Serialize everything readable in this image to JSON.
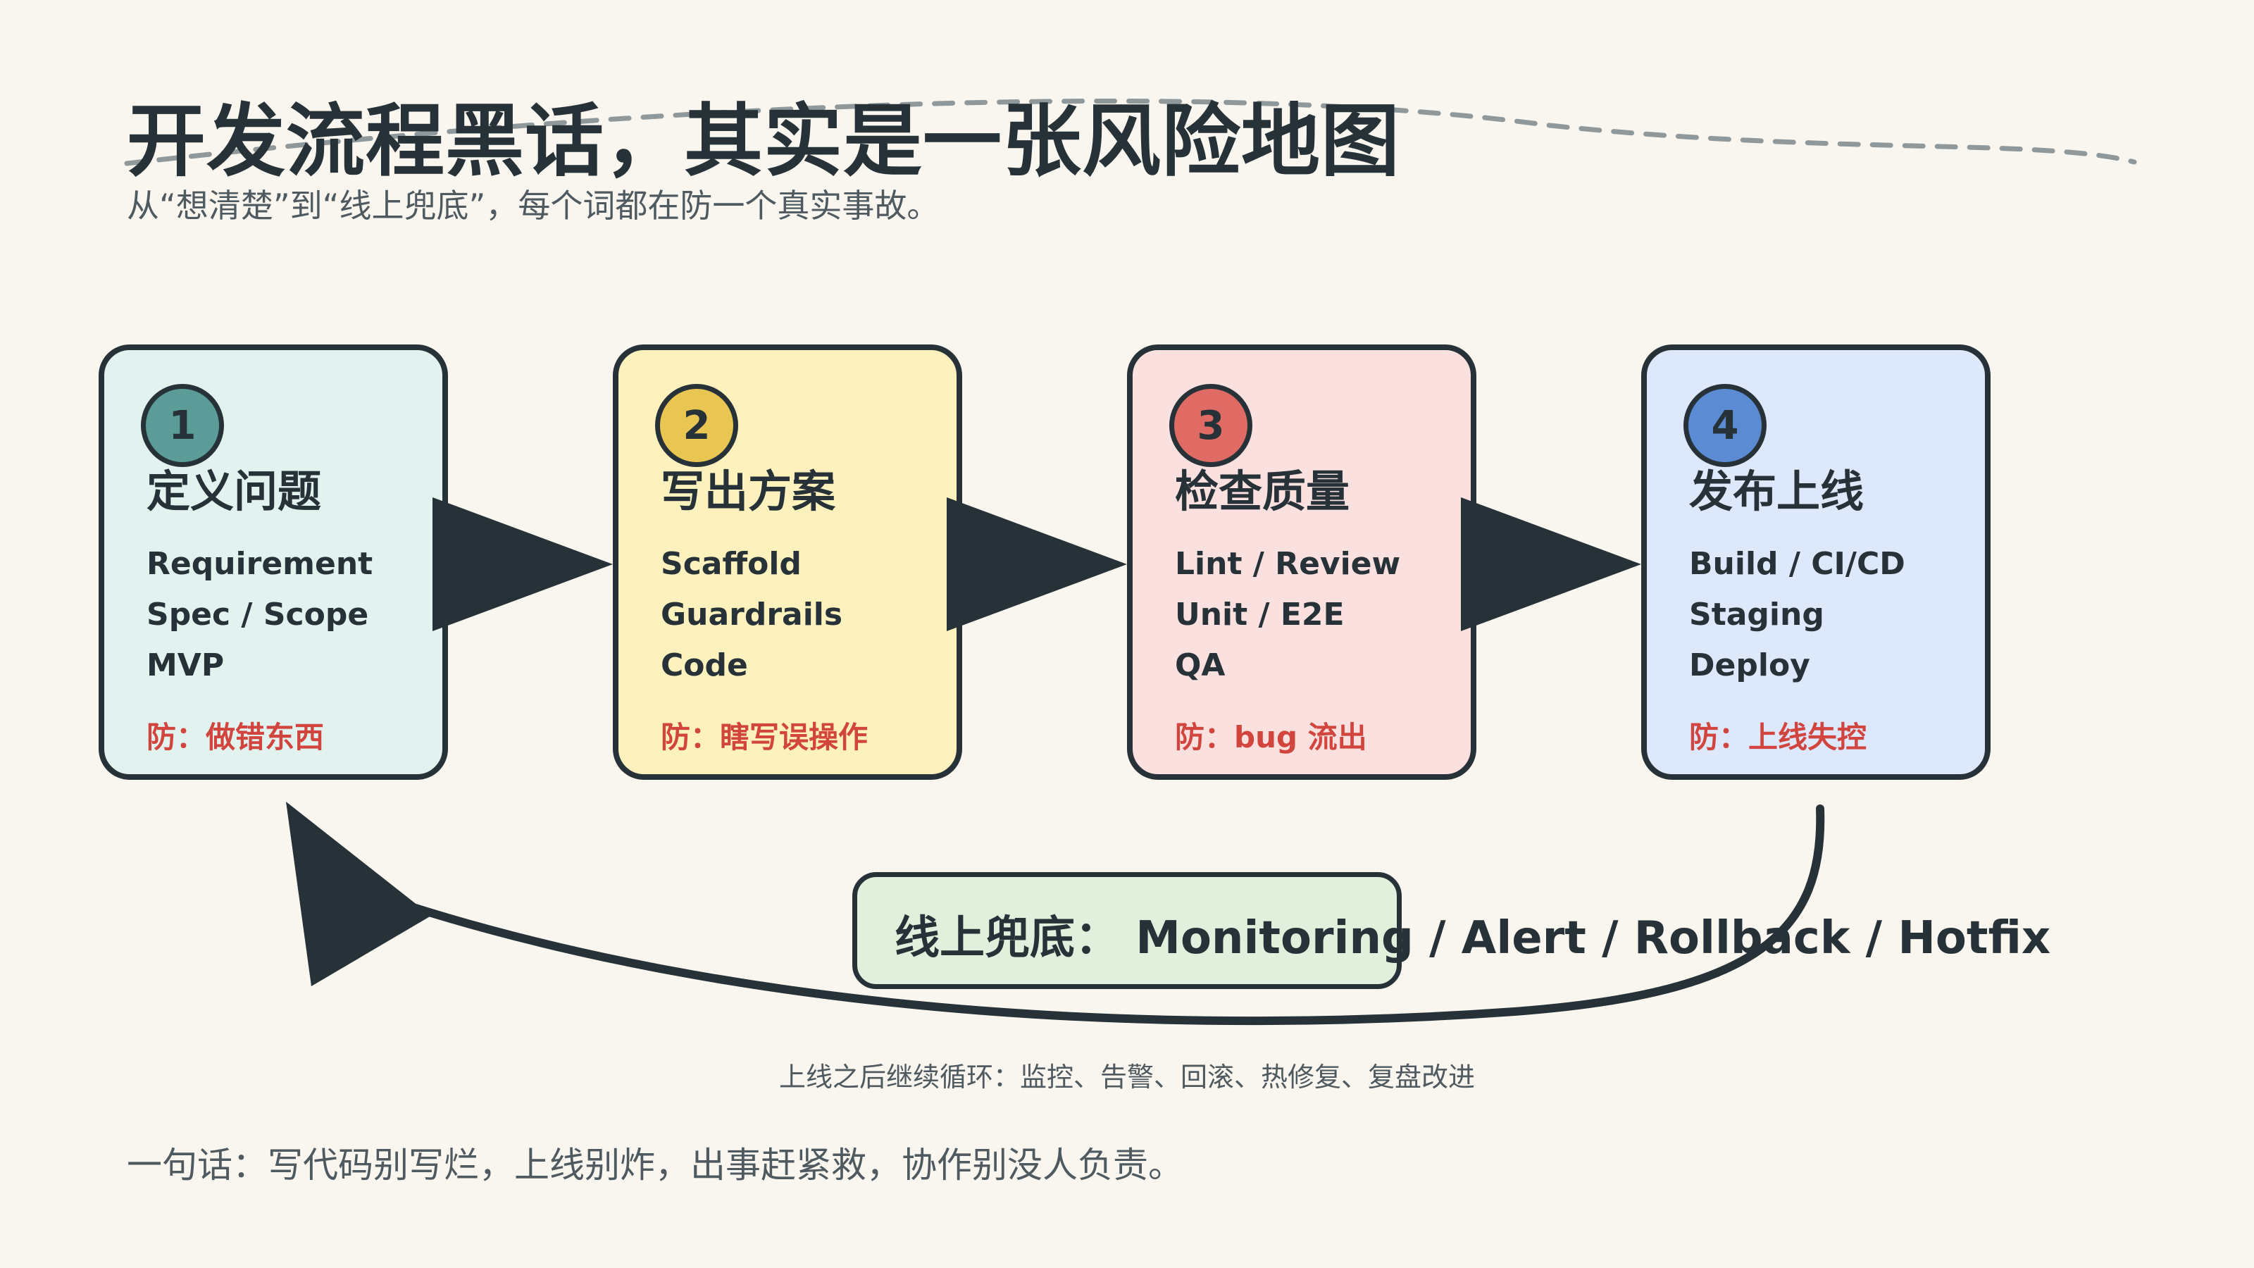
{
  "header": {
    "title": "开发流程黑话，其实是一张风险地图",
    "subtitle": "从“想清楚”到“线上兜底”，每个词都在防一个真实事故。"
  },
  "stages": [
    {
      "number": "1",
      "title": "定义问题",
      "items": [
        "Requirement",
        "Spec / Scope",
        "MVP"
      ],
      "prevent": "防：做错东西",
      "fill_color": "#e2f2ef",
      "badge_color": "#5b9c98"
    },
    {
      "number": "2",
      "title": "写出方案",
      "items": [
        "Scaffold",
        "Guardrails",
        "Code"
      ],
      "prevent": "防：瞎写误操作",
      "fill_color": "#fdf1be",
      "badge_color": "#e9c652"
    },
    {
      "number": "3",
      "title": "检查质量",
      "items": [
        "Lint / Review",
        "Unit / E2E",
        "QA"
      ],
      "prevent": "防：bug 流出",
      "fill_color": "#fbe0e0",
      "badge_color": "#df6b64"
    },
    {
      "number": "4",
      "title": "发布上线",
      "items": [
        "Build / CI/CD",
        "Staging",
        "Deploy"
      ],
      "prevent": "防：上线失控",
      "fill_color": "#dde9fb",
      "badge_color": "#5b8bd2"
    }
  ],
  "safety_net": {
    "label": "线上兜底：  Monitoring / Alert / Rollback / Hotfix"
  },
  "loop_caption": "上线之后继续循环：监控、告警、回滚、热修复、复盘改进",
  "summary": "一句话：写代码别写烂，上线别炸，出事赶紧救，协作别没人负责。",
  "colors": {
    "background": "#f9f6ef",
    "ink": "#263238",
    "warning": "#d2453f",
    "dash": "#8f989b",
    "safety_fill": "#e1efdc"
  }
}
